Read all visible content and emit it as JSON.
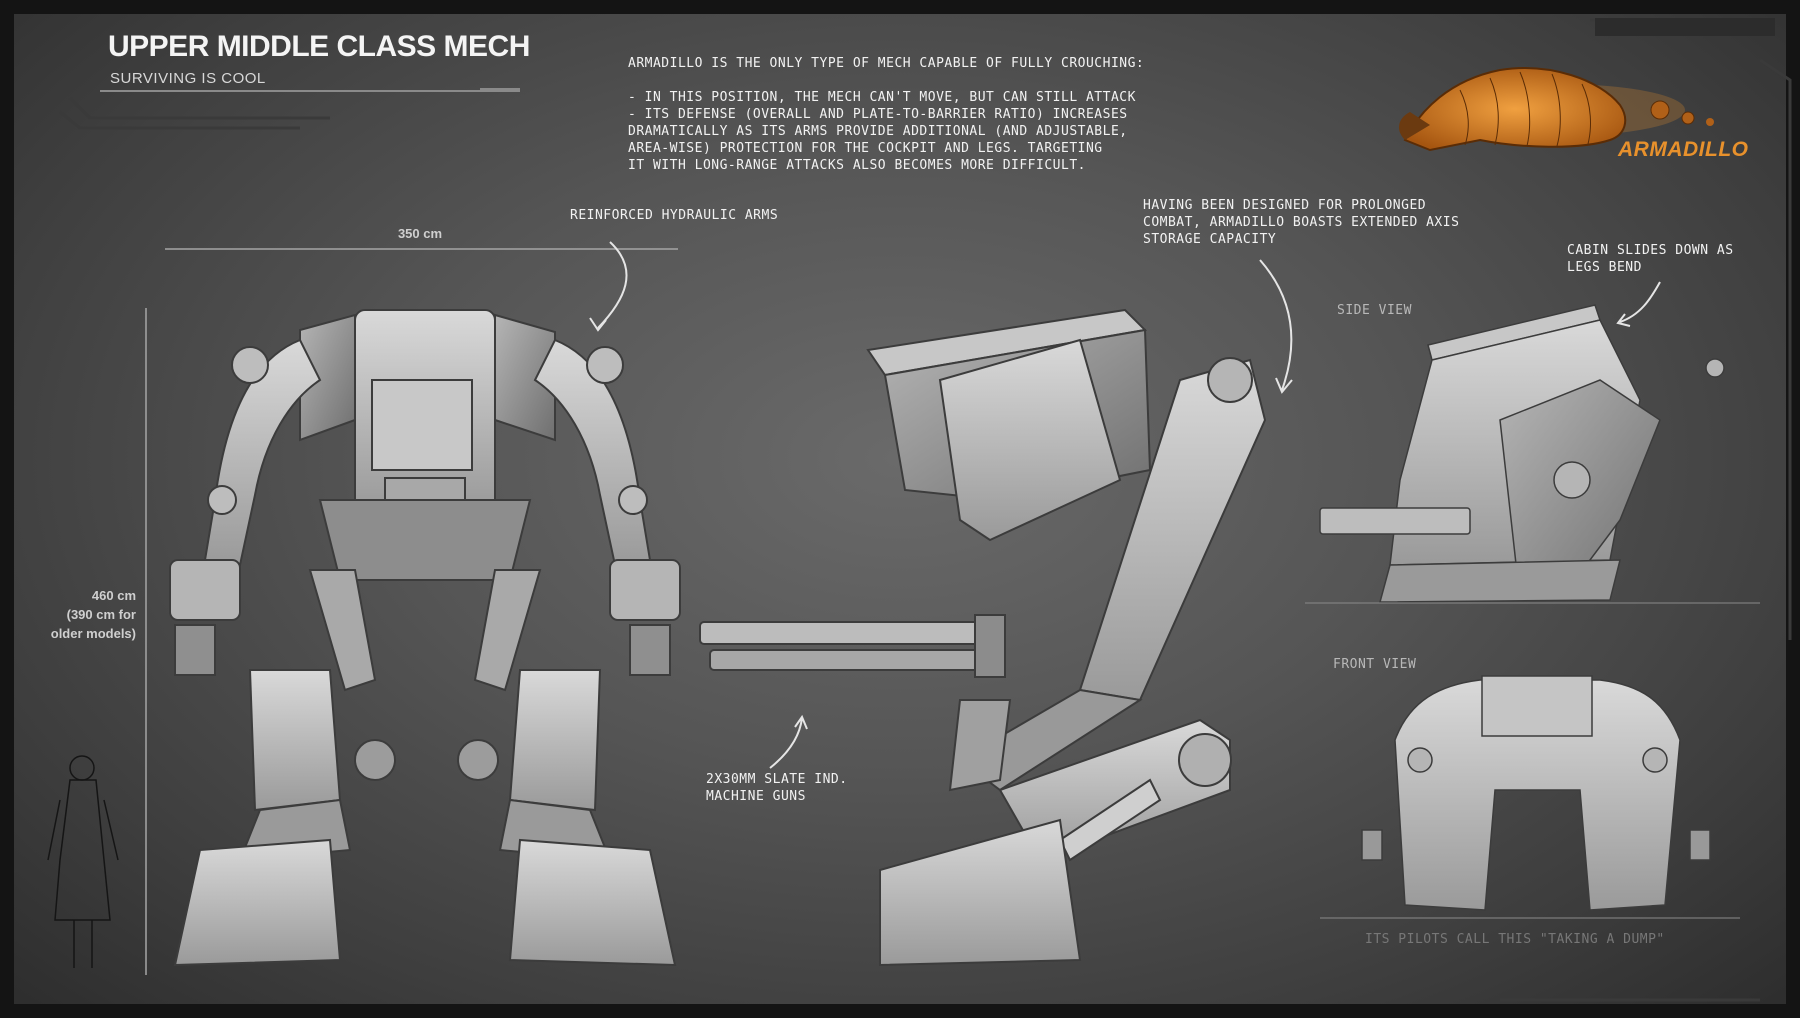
{
  "header": {
    "title": "Upper Middle Class Mech",
    "subtitle": "Surviving is cool"
  },
  "description": {
    "intro": "Armadillo is the only type of mech capable of fully crouching:",
    "bullets": [
      "- In this position, the mech can't move, but can still attack",
      "- Its defense (overall and plate-to-barrier ratio) increases",
      "dramatically as its arms provide additional (and adjustable,",
      "area-wise) protection for the cockpit and legs. Targeting",
      "it with long-range attacks also becomes more difficult."
    ]
  },
  "badge": {
    "label": "Armadillo",
    "color": "#e8912c",
    "icon": "armadillo-icon"
  },
  "callouts": {
    "arms": "Reinforced hydraulic arms",
    "axis_storage": [
      "Having been designed for prolonged",
      "combat, Armadillo boasts extended axis",
      "storage capacity"
    ],
    "cabin": [
      "Cabin slides down as",
      "legs bend"
    ],
    "guns": [
      "2x30mm Slate Ind.",
      "machine guns"
    ]
  },
  "dimensions": {
    "width": "350 cm",
    "height": [
      "460 cm",
      "(390 cm for",
      "older models)"
    ]
  },
  "views": {
    "side": "Side view",
    "front": "Front view"
  },
  "footer_note": "Its pilots call this \"taking a dump\"",
  "colors": {
    "background": "#555555",
    "text": "#f2f2f2",
    "accent": "#e8912c"
  }
}
